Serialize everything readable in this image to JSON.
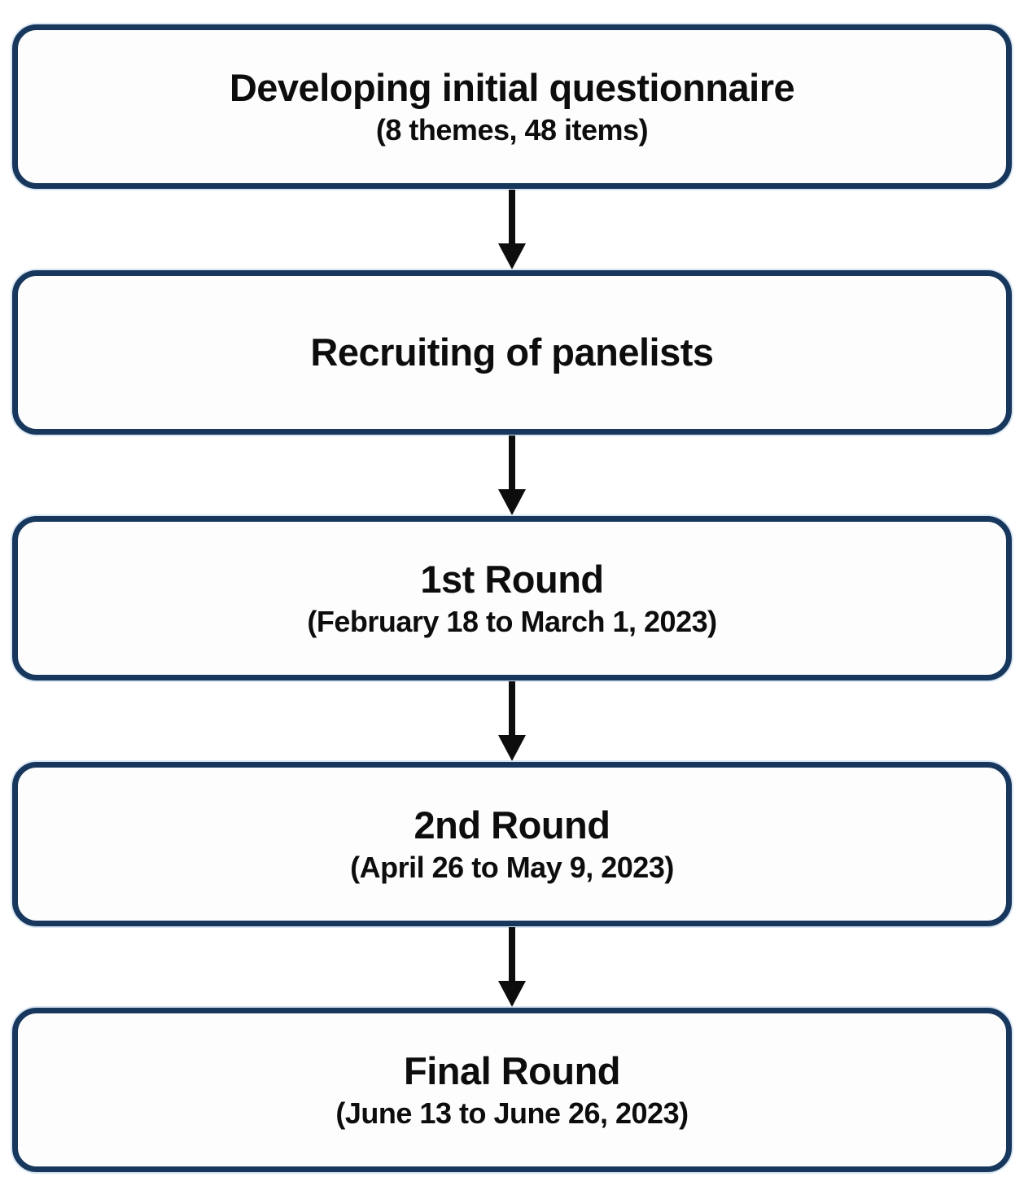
{
  "colors": {
    "box_border": "#17375d",
    "box_fill": "#fdfdfd",
    "arrow": "#0d0d0d",
    "text": "#0d0d0d"
  },
  "nodes": [
    {
      "title": "Developing initial questionnaire",
      "subtitle": "(8 themes, 48 items)"
    },
    {
      "title": "Recruiting of panelists",
      "subtitle": ""
    },
    {
      "title": "1st Round",
      "subtitle": "(February 18 to March 1, 2023)"
    },
    {
      "title": "2nd Round",
      "subtitle": "(April 26 to May 9, 2023)"
    },
    {
      "title": "Final Round",
      "subtitle": "(June 13 to June 26, 2023)"
    }
  ]
}
